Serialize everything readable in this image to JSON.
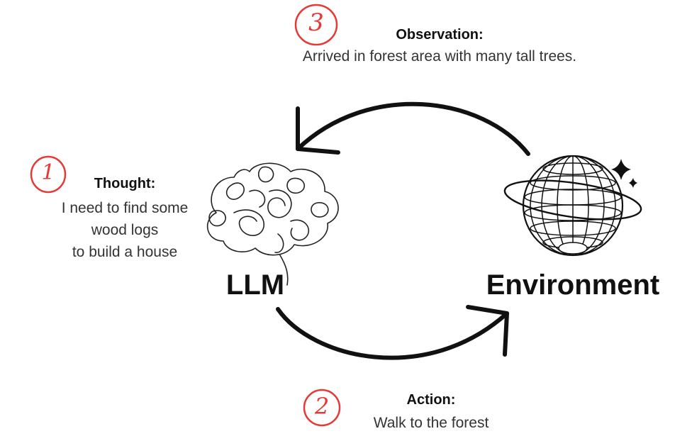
{
  "steps": {
    "thought": {
      "number": "1",
      "title": "Thought:",
      "lines": [
        "I need to find some",
        "wood logs",
        "to build a house"
      ]
    },
    "action": {
      "number": "2",
      "title": "Action:",
      "text": "Walk to the forest"
    },
    "observation": {
      "number": "3",
      "title": "Observation:",
      "text": "Arrived in forest area with many tall trees."
    }
  },
  "nodes": {
    "llm": "LLM",
    "environment": "Environment"
  },
  "icons": {
    "llm_icon": "brain-icon",
    "environment_icon": "planet-globe-icon",
    "sparkle_icon": "sparkle-icon"
  },
  "colors": {
    "accent": "#e53935",
    "ink": "#111111",
    "text": "#333333"
  }
}
